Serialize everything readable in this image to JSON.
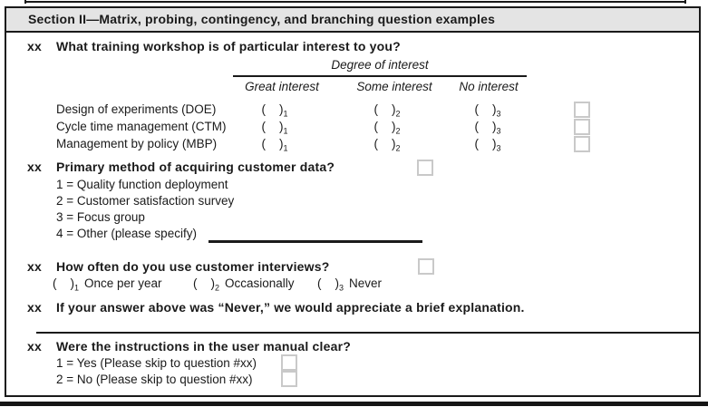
{
  "header": {
    "title": "Section II—Matrix, probing, contingency, and branching question examples"
  },
  "q1": {
    "number": "xx",
    "text": "What training workshop is of particular interest to you?",
    "scale_title": "Degree of interest",
    "columns": [
      "Great interest",
      "Some interest",
      "No interest"
    ],
    "rows": [
      "Design of experiments (DOE)",
      "Cycle time management (CTM)",
      "Management by policy (MBP)"
    ],
    "paren": "(    )",
    "subscripts": [
      "1",
      "2",
      "3"
    ]
  },
  "q2": {
    "number": "xx",
    "text": "Primary method of acquiring customer data?",
    "options": [
      "1 = Quality function deployment",
      "2 = Customer satisfaction survey",
      "3 = Focus group",
      "4 = Other (please specify)"
    ]
  },
  "q3": {
    "number": "xx",
    "text": "How often do you use customer interviews?",
    "options": [
      {
        "paren": "(    )",
        "sub": "1",
        "label": "Once per year"
      },
      {
        "paren": "(    )",
        "sub": "2",
        "label": "Occasionally"
      },
      {
        "paren": "(    )",
        "sub": "3",
        "label": "Never"
      }
    ]
  },
  "q4": {
    "number": "xx",
    "text": "If your answer above was “Never,” we would appreciate a brief explanation."
  },
  "q5": {
    "number": "xx",
    "text": "Were the instructions in the user manual clear?",
    "options": [
      "1 = Yes (Please skip to question #xx)",
      "2 = No (Please skip to question #xx)"
    ]
  },
  "colors": {
    "header_bg": "#e4e4e4",
    "border": "#1a1a1a",
    "checkbox_border": "#c9c9c9",
    "page_rule": "#151515"
  }
}
